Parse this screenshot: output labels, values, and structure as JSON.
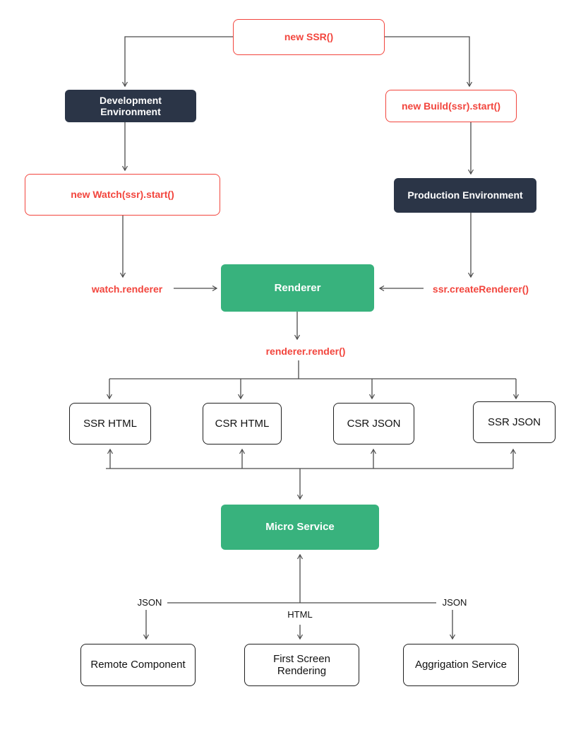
{
  "colors": {
    "accent_red": "#f2453d",
    "dark_navy": "#2b3547",
    "green": "#38b27d",
    "line": "#4a4a4a",
    "plain_border": "#1f1f1f",
    "text_dark": "#111111",
    "white": "#ffffff"
  },
  "diagram": {
    "entry": {
      "label": "new SSR()"
    },
    "dev": {
      "environment": "Development Environment",
      "watch_start": "new Watch(ssr).start()",
      "watch_renderer": "watch.renderer"
    },
    "prod": {
      "build_start": "new Build(ssr).start()",
      "environment": "Production Environment",
      "create_renderer": "ssr.createRenderer()"
    },
    "renderer": {
      "label": "Renderer",
      "render_call": "renderer.render()"
    },
    "outputs": [
      "SSR HTML",
      "CSR HTML",
      "CSR JSON",
      "SSR JSON"
    ],
    "micro_service": {
      "label": "Micro Service"
    },
    "edge_labels": {
      "json_left": "JSON",
      "html": "HTML",
      "json_right": "JSON"
    },
    "consumers": [
      "Remote Component",
      "First Screen Rendering",
      "Aggrigation Service"
    ]
  }
}
